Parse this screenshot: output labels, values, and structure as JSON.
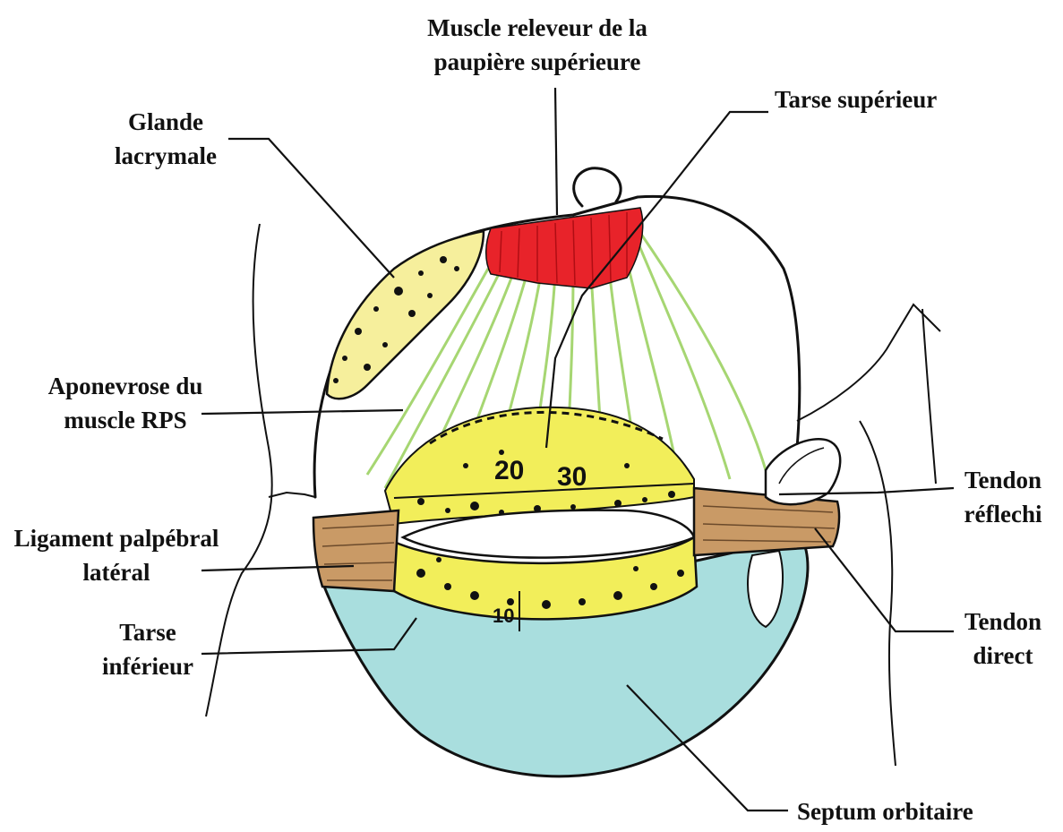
{
  "labels": {
    "levator_line1": "Muscle releveur de la",
    "levator_line2": "paupière supérieure",
    "tarse_sup": "Tarse supérieur",
    "glande_line1": "Glande",
    "glande_line2": "lacrymale",
    "apo_line1": "Aponevrose du",
    "apo_line2": "muscle RPS",
    "ligament_line1": "Ligament palpébral",
    "ligament_line2": "latéral",
    "tarse_inf_line1": "Tarse",
    "tarse_inf_line2": "inférieur",
    "tendon_reflechi_line1": "Tendon",
    "tendon_reflechi_line2": "réflechi",
    "tendon_direct_line1": "Tendon",
    "tendon_direct_line2": "direct",
    "septum": "Septum orbitaire"
  },
  "markings": {
    "upper_num_a": "20",
    "upper_num_b": "30",
    "lower_num": "10"
  },
  "colors": {
    "levator_muscle": "#e8232a",
    "aponeurosis_fibers": "#a6d672",
    "tarsus": "#f2ee5a",
    "ligament": "#c99a66",
    "septum": "#a9dede",
    "lacrimal_gland": "#f6ef9c",
    "outline": "#111111"
  }
}
